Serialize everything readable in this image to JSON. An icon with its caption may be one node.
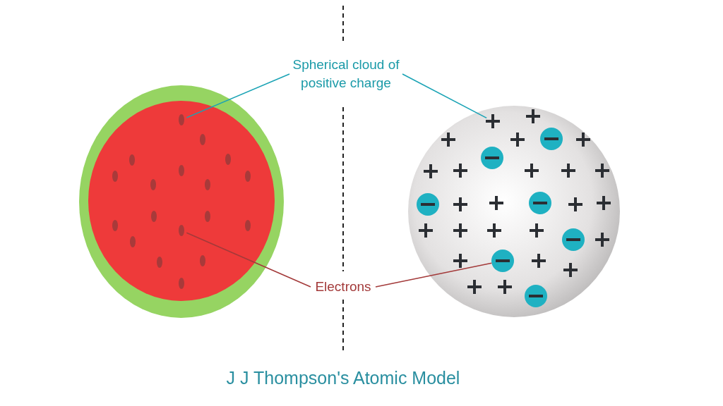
{
  "diagram": {
    "title": "J J Thompson's Atomic Model",
    "nodes": [
      {
        "text": [
          "Spherical cloud of positive charge"
        ]
      },
      {
        "text": [],
        "shape": "circle"
      },
      {
        "text": [],
        "shape": "plus"
      },
      {
        "text": [
          "Electrons"
        ]
      },
      {
        "text": [],
        "shape": "circle"
      },
      {
        "text": [],
        "shape": "circle"
      },
      {
        "text": [],
        "shape": "circle"
      },
      {
        "text": [],
        "shape": "circle"
      },
      {
        "text": [],
        "shape": "circle"
      },
      {
        "text": [],
        "shape": "circle"
      },
      {
        "text": [],
        "shape": "circle"
      },
      {
        "text": [],
        "shape": "circle"
      }
    ],
    "edges": [
      {
        "from": 0,
        "to": 1,
        "arrow": "none",
        "color": "#1aa3b5"
      },
      {
        "from": 0,
        "to": 2,
        "arrow": "none",
        "color": "#1aa3b5"
      },
      {
        "from": 3,
        "to": 4,
        "arrow": "none",
        "color": "#a33a3a"
      },
      {
        "from": 3,
        "to": 5,
        "arrow": "none",
        "color": "#a33a3a"
      }
    ]
  }
}
